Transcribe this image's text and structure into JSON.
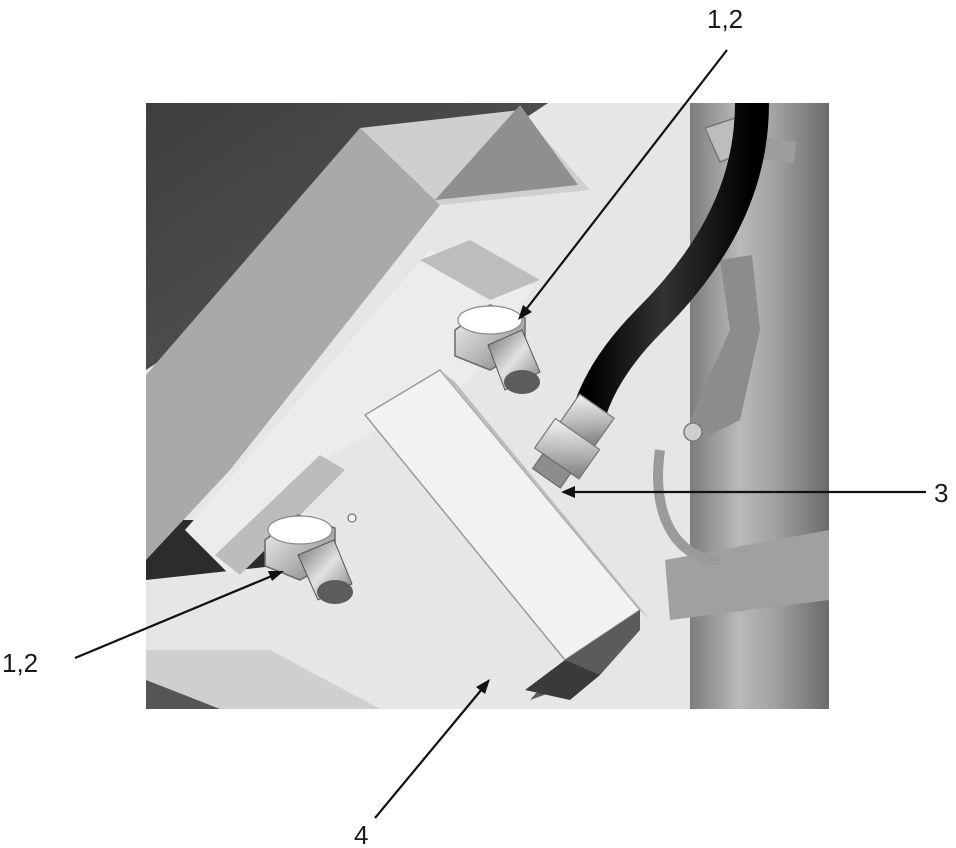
{
  "callouts": [
    {
      "id": "top-right",
      "label": "1,2"
    },
    {
      "id": "left",
      "label": "1,2"
    },
    {
      "id": "right",
      "label": "3"
    },
    {
      "id": "bottom",
      "label": "4"
    }
  ],
  "colors": {
    "background": "#ffffff",
    "ink": "#111111",
    "dark_gray": "#4a4a4a",
    "mid_gray": "#8a8a8a",
    "light_gray": "#d8d8d8",
    "hose": "#0d0d0d"
  }
}
